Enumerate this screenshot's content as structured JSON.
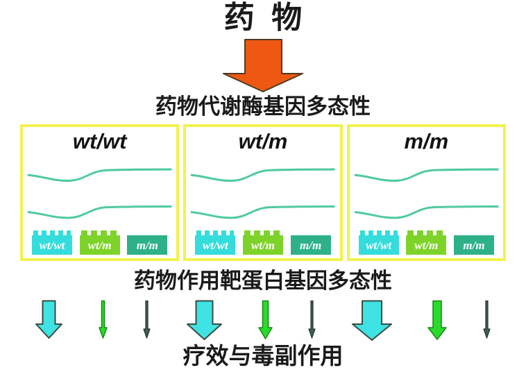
{
  "title": "药  物",
  "section_labels": {
    "metabolism": "药物代谢酶基因多态性",
    "target": "药物作用靶蛋白基因多态性",
    "outcome": "疗效与毒副作用"
  },
  "colors": {
    "orange_arrow": "#ee5812",
    "orange_arrow_outline": "#513a22",
    "panel_border": "#f2f24e",
    "curve": "#4fc9a4",
    "allele_cyan": "#35dcdc",
    "allele_green": "#7ed32a",
    "allele_teal": "#2eb189",
    "arrow_cyan": "#3fe3e3",
    "arrow_green": "#2bdb2b",
    "arrow_dark": "#3f6054"
  },
  "panels": [
    {
      "genotype": "wt/wt",
      "alleles": [
        {
          "label": "wt/wt",
          "color": "#35dcdc",
          "comb_top": true
        },
        {
          "label": "wt/m",
          "color": "#7ed32a",
          "comb_top": true
        },
        {
          "label": "m/m",
          "color": "#2eb189",
          "comb_top": false
        }
      ]
    },
    {
      "genotype": "wt/m",
      "alleles": [
        {
          "label": "wt/wt",
          "color": "#35dcdc",
          "comb_top": true
        },
        {
          "label": "wt/m",
          "color": "#7ed32a",
          "comb_top": true
        },
        {
          "label": "m/m",
          "color": "#2eb189",
          "comb_top": false
        }
      ]
    },
    {
      "genotype": "m/m",
      "alleles": [
        {
          "label": "wt/wt",
          "color": "#35dcdc",
          "comb_top": true
        },
        {
          "label": "wt/m",
          "color": "#7ed32a",
          "comb_top": true
        },
        {
          "label": "m/m",
          "color": "#2eb189",
          "comb_top": false
        }
      ]
    }
  ],
  "efficacy_arrows": [
    {
      "kind": "cyan-small",
      "fill": "#3fe3e3",
      "stroke": "#3a4a42",
      "stroke_width": 2,
      "head_w": 37,
      "stem_w": 18,
      "head_h": 20,
      "height": 55
    },
    {
      "kind": "green-small",
      "fill": "#2bdb2b",
      "stroke": "#128812",
      "stroke_width": 1.5,
      "head_w": 11,
      "stem_w": 4,
      "head_h": 15,
      "height": 55
    },
    {
      "kind": "dark-thin",
      "fill": "#3f6054",
      "stroke": "#24332c",
      "stroke_width": 1.2,
      "head_w": 9,
      "stem_w": 3,
      "head_h": 13,
      "height": 55
    },
    {
      "kind": "cyan-medium",
      "fill": "#3fe3e3",
      "stroke": "#3a4a42",
      "stroke_width": 2,
      "head_w": 49,
      "stem_w": 24,
      "head_h": 22,
      "height": 57
    },
    {
      "kind": "green-medium",
      "fill": "#2bdb2b",
      "stroke": "#128812",
      "stroke_width": 1.5,
      "head_w": 19,
      "stem_w": 8,
      "head_h": 16,
      "height": 56
    },
    {
      "kind": "dark-thin",
      "fill": "#3f6054",
      "stroke": "#24332c",
      "stroke_width": 1.2,
      "head_w": 9,
      "stem_w": 3,
      "head_h": 13,
      "height": 55
    },
    {
      "kind": "cyan-large",
      "fill": "#3fe3e3",
      "stroke": "#3a4a42",
      "stroke_width": 2,
      "head_w": 56,
      "stem_w": 28,
      "head_h": 23,
      "height": 58
    },
    {
      "kind": "green-large",
      "fill": "#2bdb2b",
      "stroke": "#128812",
      "stroke_width": 1.5,
      "head_w": 26,
      "stem_w": 12,
      "head_h": 17,
      "height": 57
    },
    {
      "kind": "dark-thin",
      "fill": "#3f6054",
      "stroke": "#24332c",
      "stroke_width": 1.2,
      "head_w": 9,
      "stem_w": 3,
      "head_h": 13,
      "height": 55
    }
  ]
}
